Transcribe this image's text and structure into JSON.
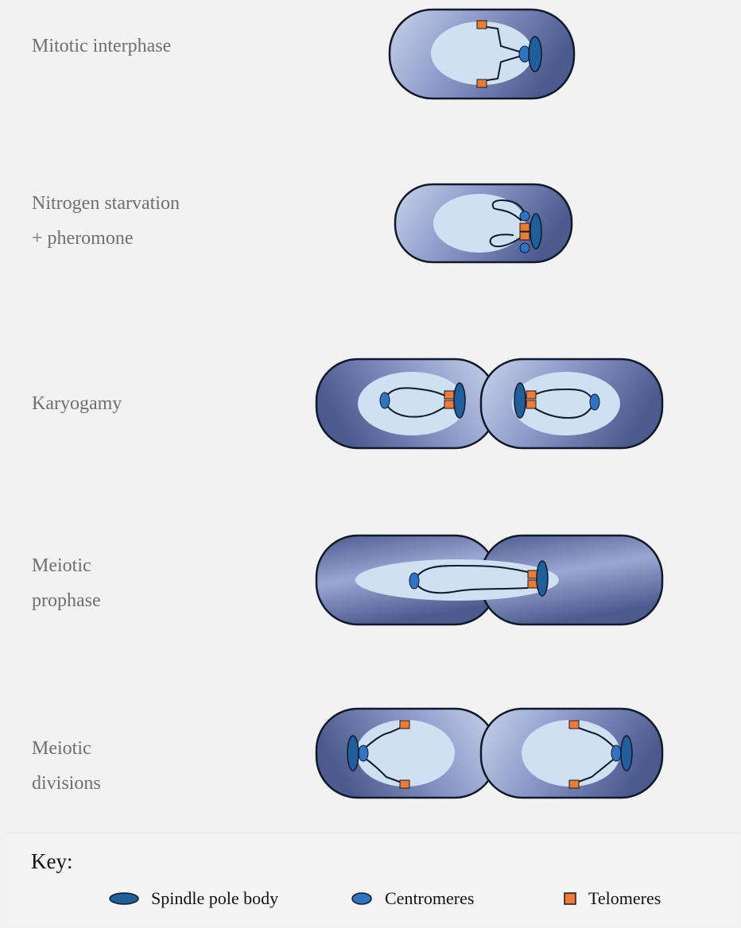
{
  "stages": [
    {
      "id": "mitotic-interphase",
      "label_lines": [
        "Mitotic interphase"
      ]
    },
    {
      "id": "nitrogen-starvation",
      "label_lines": [
        "Nitrogen starvation",
        "+ pheromone"
      ]
    },
    {
      "id": "karyogamy",
      "label_lines": [
        "Karyogamy"
      ]
    },
    {
      "id": "meiotic-prophase",
      "label_lines": [
        "Meiotic",
        "prophase"
      ]
    },
    {
      "id": "meiotic-divisions",
      "label_lines": [
        "Meiotic",
        "divisions"
      ]
    }
  ],
  "key": {
    "title": "Key:",
    "items": [
      {
        "label": "Spindle pole body",
        "icon": "spindle-pole-body-icon"
      },
      {
        "label": "Centromeres",
        "icon": "centromere-icon"
      },
      {
        "label": "Telomeres",
        "icon": "telomere-icon"
      }
    ]
  },
  "colors": {
    "cell_dark": "#4c5a8e",
    "cell_light": "#c9d2ea",
    "nucleus": "#cfe0f3",
    "spindle_pole_body": "#1f5f9c",
    "centromere": "#2f73c4",
    "telomere": "#f07a30",
    "outline": "#0f1a2a"
  }
}
